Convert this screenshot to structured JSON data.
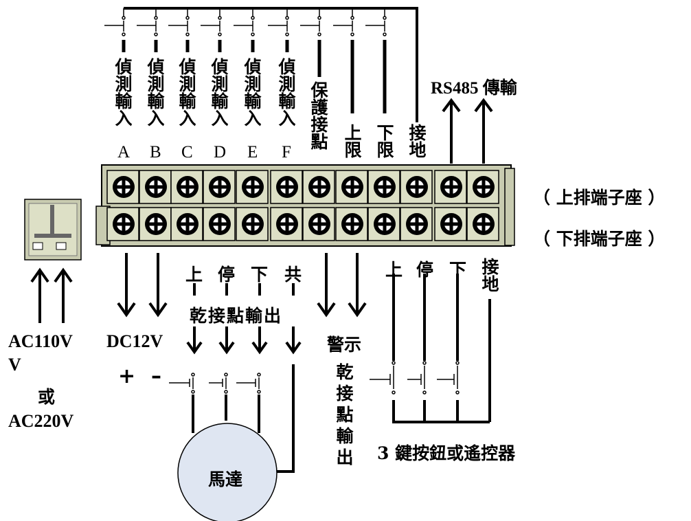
{
  "top_inputs": [
    "偵測輸入A",
    "偵測輸入B",
    "偵測輸入C",
    "偵測輸入D",
    "偵測輸入E",
    "偵測輸入F"
  ],
  "top_input_chars": [
    "偵測輸入",
    "A",
    "B",
    "C",
    "D",
    "E",
    "F"
  ],
  "protect": "保護接點",
  "upper_limit": "上限",
  "lower_limit": "下限",
  "ground_top": "接地",
  "rs485": "RS485 傳輸",
  "upper_row": "（ 上排端子座 ）",
  "lower_row": "（ 下排端子座 ）",
  "power": {
    "line1": "AC110V",
    "line2": "V",
    "line3": "或",
    "line4": "AC220V"
  },
  "dc": "DC12V",
  "plus": "+",
  "minus": "–",
  "relay_labels": [
    "上",
    "停",
    "下",
    "共"
  ],
  "dry_out": "乾接點輸出",
  "alarm": "警示",
  "alarm_out": "乾接點輸出",
  "btn_labels": [
    "上",
    "停",
    "下"
  ],
  "btn_ground": "接地",
  "remote": "3 鍵按鈕或遙控器",
  "motor": "馬達"
}
